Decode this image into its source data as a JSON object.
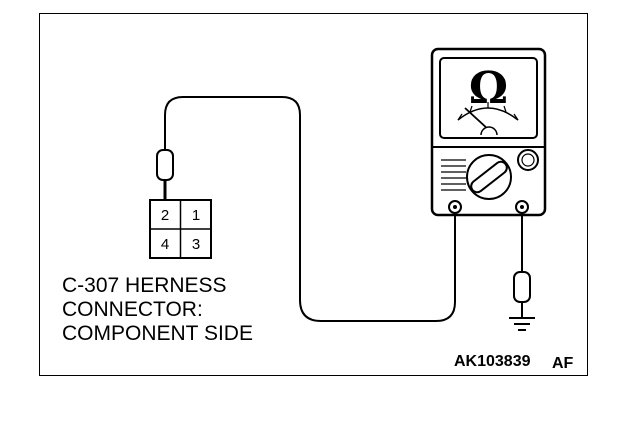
{
  "meter": {
    "symbol": "Ω",
    "icon": "ohmmeter-icon"
  },
  "connector": {
    "pins": {
      "p1": "1",
      "p2": "2",
      "p3": "3",
      "p4": "4"
    },
    "caption": {
      "line1": "C-307 HERNESS",
      "line2": "CONNECTOR:",
      "line3": "COMPONENT SIDE"
    }
  },
  "figure_code": {
    "main": "AK103839",
    "suffix": "AF"
  },
  "colors": {
    "line": "#000000",
    "background": "#ffffff"
  }
}
